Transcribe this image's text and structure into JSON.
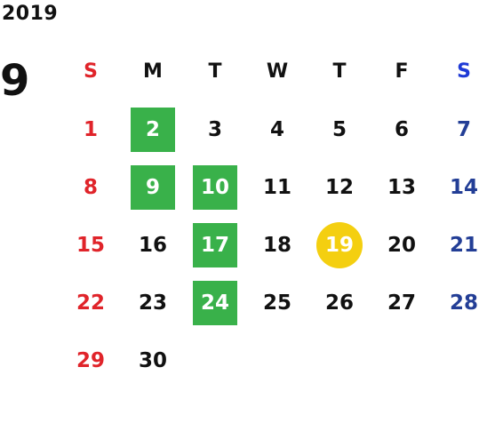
{
  "year": "2019",
  "month": "9",
  "colors": {
    "sunday": "#e0242a",
    "saturday": "#233e96",
    "saturday_header": "#1f3ad6",
    "holiday_mark": "#39b14a",
    "today_mark": "#f4cf10"
  },
  "weekdays": [
    "S",
    "M",
    "T",
    "W",
    "T",
    "F",
    "S"
  ],
  "weeks": [
    [
      "1",
      "2",
      "3",
      "4",
      "5",
      "6",
      "7"
    ],
    [
      "8",
      "9",
      "10",
      "11",
      "12",
      "13",
      "14"
    ],
    [
      "15",
      "16",
      "17",
      "18",
      "19",
      "20",
      "21"
    ],
    [
      "22",
      "23",
      "24",
      "25",
      "26",
      "27",
      "28"
    ],
    [
      "29",
      "30",
      "",
      "",
      "",
      "",
      ""
    ]
  ],
  "green_marked_days": [
    "2",
    "9",
    "10",
    "17",
    "24"
  ],
  "today": "19"
}
